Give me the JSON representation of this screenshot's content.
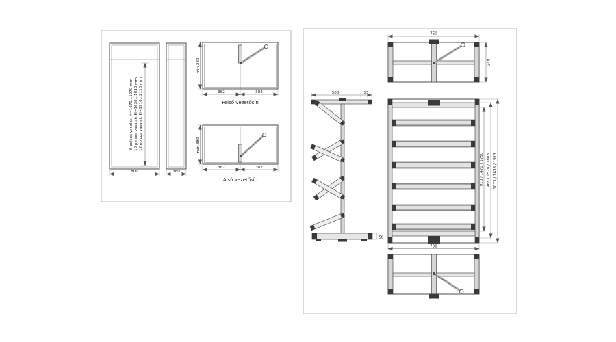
{
  "left_panel": {
    "front_view": {
      "width_dim": "800",
      "height_notes": [
        "6 polcos vasalat: H=1070...1270 mm",
        "10 polcos vasalat: H=1630...1830 mm",
        "12 polcos vasalat: H=1910...2110 mm"
      ]
    },
    "side_view": {
      "width_dim": "380"
    },
    "upper_rail": {
      "caption": "Felső vezetősín",
      "depth_dim": "min.380",
      "dims": [
        "382",
        "382"
      ]
    },
    "lower_rail": {
      "caption": "Alsó vezetősín",
      "depth_dim": "min.380",
      "dims": [
        "382",
        "382"
      ]
    }
  },
  "right_panel": {
    "top_view": {
      "width_dim": "750",
      "depth_dim": "248"
    },
    "side_view": {
      "width_dim": "500",
      "rail_dim": "35",
      "base_dim": "50"
    },
    "front_view": {
      "height_dims": [
        "910 / 1470 / 1750",
        "968 / 1528 / 1808",
        "1073 / 1633 / 1913"
      ],
      "width_dim": "790"
    }
  }
}
